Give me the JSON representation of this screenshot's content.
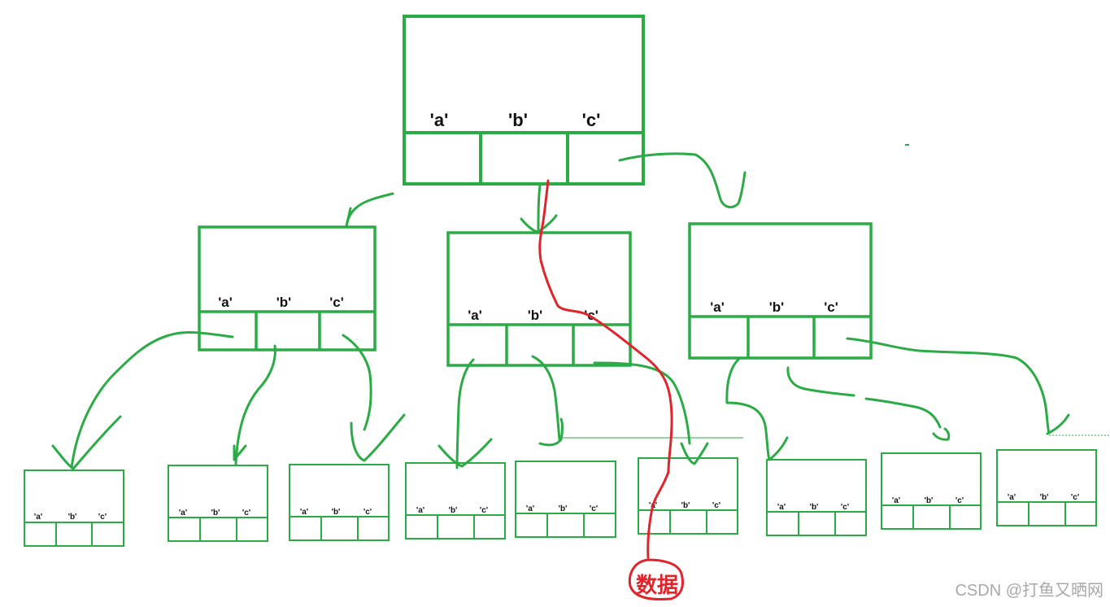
{
  "trie": {
    "root": {
      "keys": [
        "'a'",
        "'b'",
        "'c'"
      ]
    },
    "level1": [
      {
        "keys": [
          "'a'",
          "'b'",
          "'c'"
        ]
      },
      {
        "keys": [
          "'a'",
          "'b'",
          "'c'"
        ]
      },
      {
        "keys": [
          "'a'",
          "'b'",
          "'c'"
        ]
      }
    ],
    "level2": [
      {
        "keys": [
          "'a'",
          "'b'",
          "'c'"
        ]
      },
      {
        "keys": [
          "'a'",
          "'b'",
          "'c'"
        ]
      },
      {
        "keys": [
          "'a'",
          "'b'",
          "'c'"
        ]
      },
      {
        "keys": [
          "'a'",
          "'b'",
          "'c'"
        ]
      },
      {
        "keys": [
          "'a'",
          "'b'",
          "'c'"
        ]
      },
      {
        "keys": [
          "'a'",
          "'b'",
          "'c'"
        ]
      },
      {
        "keys": [
          "'a'",
          "'b'",
          "'c'"
        ]
      },
      {
        "keys": [
          "'a'",
          "'b'",
          "'c'"
        ]
      },
      {
        "keys": [
          "'a'",
          "'b'",
          "'c'"
        ]
      }
    ]
  },
  "data_label": "数据",
  "watermark": "CSDN @打鱼又晒网",
  "colors": {
    "node": "#2bab45",
    "path": "#e0242b",
    "watermark": "#a8a8a8"
  }
}
